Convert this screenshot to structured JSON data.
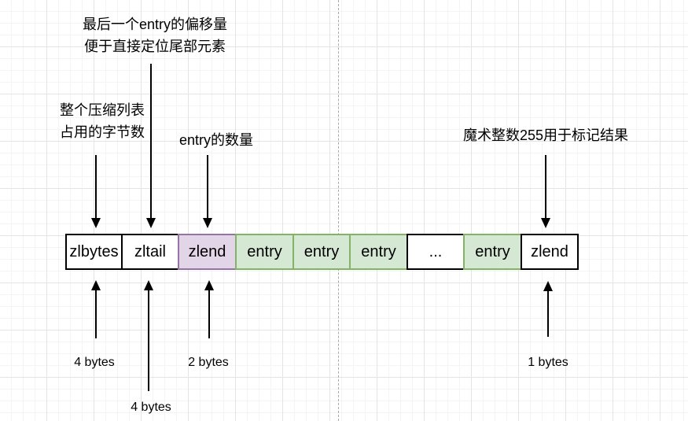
{
  "diagram": {
    "annotations": {
      "tail_offset": {
        "line1": "最后一个entry的偏移量",
        "line2": "便于直接定位尾部元素"
      },
      "total_bytes": {
        "line1": "整个压缩列表",
        "line2": "占用的字节数"
      },
      "entry_count": "entry的数量",
      "magic_end": "魔术整数255用于标记结果"
    },
    "row": {
      "cells": [
        {
          "label": "zlbytes",
          "type": "plain"
        },
        {
          "label": "zltail",
          "type": "plain"
        },
        {
          "label": "zlend",
          "type": "purple"
        },
        {
          "label": "entry",
          "type": "green"
        },
        {
          "label": "entry",
          "type": "green"
        },
        {
          "label": "entry",
          "type": "green"
        },
        {
          "label": "...",
          "type": "plain"
        },
        {
          "label": "entry",
          "type": "green"
        },
        {
          "label": "zlend",
          "type": "plain"
        }
      ]
    },
    "sizes": {
      "zlbytes": "4 bytes",
      "zltail": "4 bytes",
      "entry_count": "2 bytes",
      "end_marker": "1 bytes"
    },
    "colors": {
      "purple_fill": "#e1d5e7",
      "purple_stroke": "#9673a6",
      "green_fill": "#d5e8d4",
      "green_stroke": "#82b366",
      "plain_stroke": "#000000",
      "arrow": "#000000"
    }
  }
}
